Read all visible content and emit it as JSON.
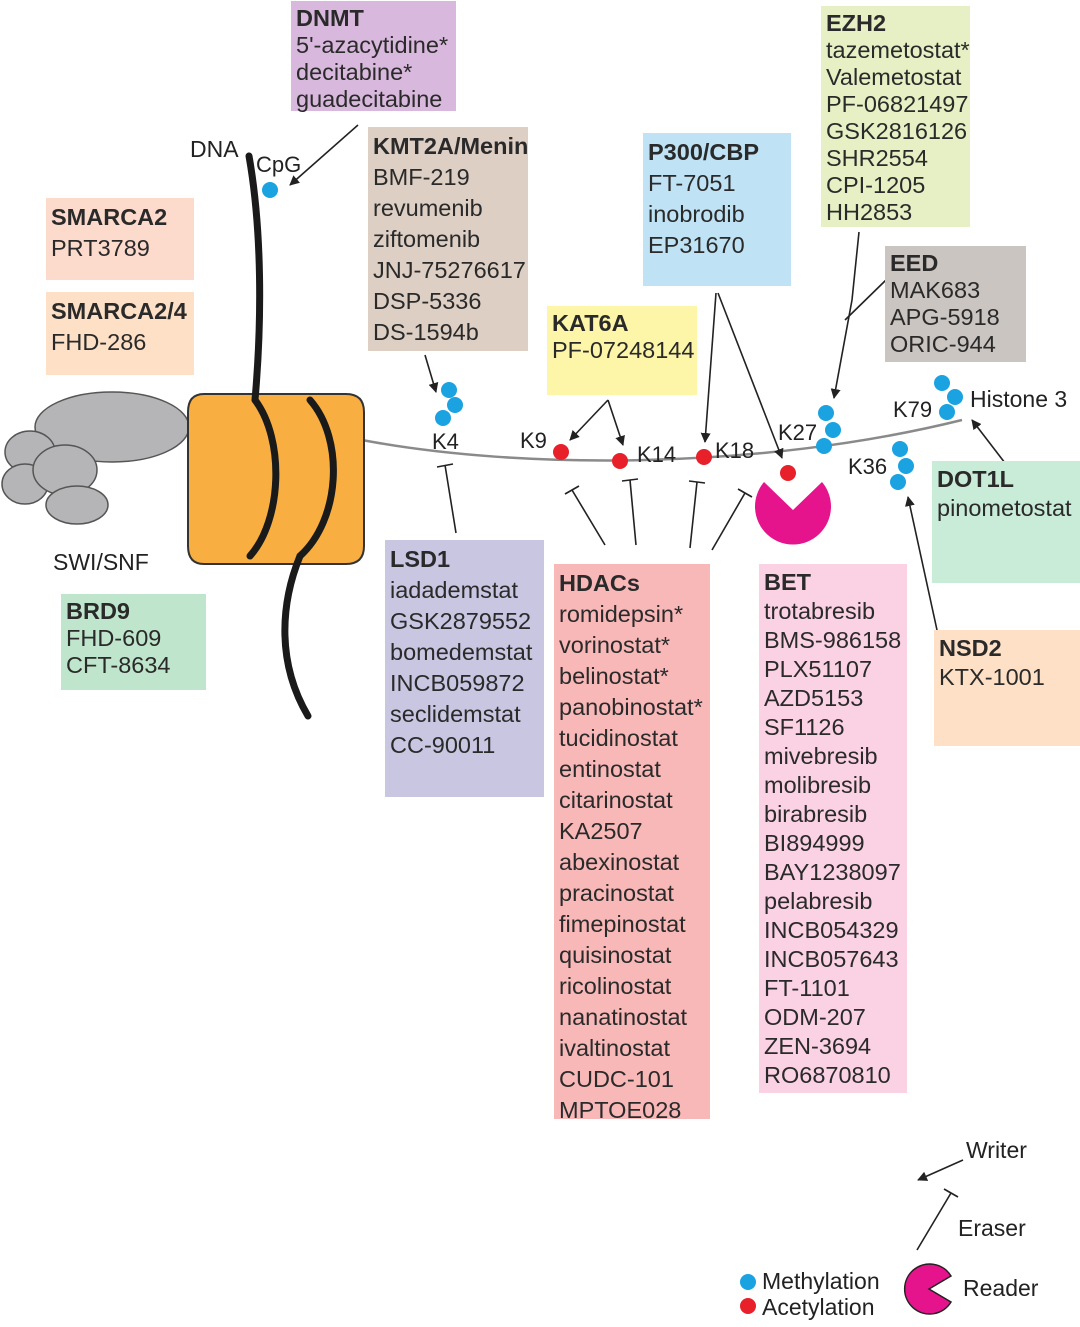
{
  "colors": {
    "methylation": "#1aa3e0",
    "acetylation": "#e8202a",
    "reader": "#e6148c",
    "nucleosome": "#f8ae40",
    "remodeler": "#b5b5b7",
    "dnmt_box": "#d8b8dc",
    "kmt2a_box": "#ddcfc4",
    "p300_box": "#bfe3f4",
    "ezh2_box": "#e6f0c4",
    "eed_box": "#cbc5c1",
    "kat6a_box": "#fdf6a8",
    "smarca2_box": "#fcdbcc",
    "smarca24_box": "#fde0c6",
    "brd9_box": "#bfe6cc",
    "lsd1_box": "#c9c6e2",
    "hdac_box": "#f8b8b8",
    "bet_box": "#fbd2e4",
    "dot1l_box": "#c9ecd9",
    "nsd2_box": "#fde0c6"
  },
  "labels": {
    "dna": "DNA",
    "cpg": "CpG",
    "swi_snf": "SWI/SNF",
    "histone3": "Histone 3",
    "k4": "K4",
    "k9": "K9",
    "k14": "K14",
    "k18": "K18",
    "k27": "K27",
    "k36": "K36",
    "k79": "K79"
  },
  "legend": {
    "writer": "Writer",
    "eraser": "Eraser",
    "reader": "Reader",
    "methylation": "Methylation",
    "acetylation": "Acetylation"
  },
  "targets": {
    "dnmt": {
      "title": "DNMT",
      "drugs": [
        "5'-azacytidine*",
        "decitabine*",
        "guadecitabine"
      ]
    },
    "kmt2a": {
      "title": "KMT2A/Menin",
      "drugs": [
        "BMF-219",
        "revumenib",
        "ziftomenib",
        "JNJ-75276617",
        "DSP-5336",
        "DS-1594b"
      ]
    },
    "p300": {
      "title": "P300/CBP",
      "drugs": [
        "FT-7051",
        "inobrodib",
        "EP31670"
      ]
    },
    "ezh2": {
      "title": "EZH2",
      "drugs": [
        "tazemetostat*",
        "Valemetostat",
        "PF-06821497",
        "GSK2816126",
        "SHR2554",
        "CPI-1205",
        "HH2853"
      ]
    },
    "eed": {
      "title": "EED",
      "drugs": [
        "MAK683",
        "APG-5918",
        "ORIC-944"
      ]
    },
    "kat6a": {
      "title": "KAT6A",
      "drugs": [
        "PF-07248144"
      ]
    },
    "smarca2": {
      "title": "SMARCA2",
      "drugs": [
        "PRT3789"
      ]
    },
    "smarca24": {
      "title": "SMARCA2/4",
      "drugs": [
        "FHD-286"
      ]
    },
    "brd9": {
      "title": "BRD9",
      "drugs": [
        "FHD-609",
        "CFT-8634"
      ]
    },
    "lsd1": {
      "title": "LSD1",
      "drugs": [
        "iadademstat",
        "GSK2879552",
        "bomedemstat",
        "INCB059872",
        "seclidemstat",
        "CC-90011"
      ]
    },
    "hdacs": {
      "title": "HDACs",
      "drugs": [
        "romidepsin*",
        "vorinostat*",
        "belinostat*",
        "panobinostat*",
        "tucidinostat",
        "entinostat",
        "citarinostat",
        "KA2507",
        "abexinostat",
        "pracinostat",
        "fimepinostat",
        "quisinostat",
        "ricolinostat",
        "nanatinostat",
        "ivaltinostat",
        "CUDC-101",
        "MPTOE028"
      ]
    },
    "bet": {
      "title": "BET",
      "drugs": [
        "trotabresib",
        "BMS-986158",
        "PLX51107",
        "AZD5153",
        "SF1126",
        "mivebresib",
        "molibresib",
        "birabresib",
        "BI894999",
        "BAY1238097",
        "pelabresib",
        "INCB054329",
        "INCB057643",
        "FT-1101",
        "ODM-207",
        "ZEN-3694",
        "RO6870810"
      ]
    },
    "dot1l": {
      "title": "DOT1L",
      "drugs": [
        "pinometostat"
      ]
    },
    "nsd2": {
      "title": "NSD2",
      "drugs": [
        "KTX-1001"
      ]
    }
  }
}
